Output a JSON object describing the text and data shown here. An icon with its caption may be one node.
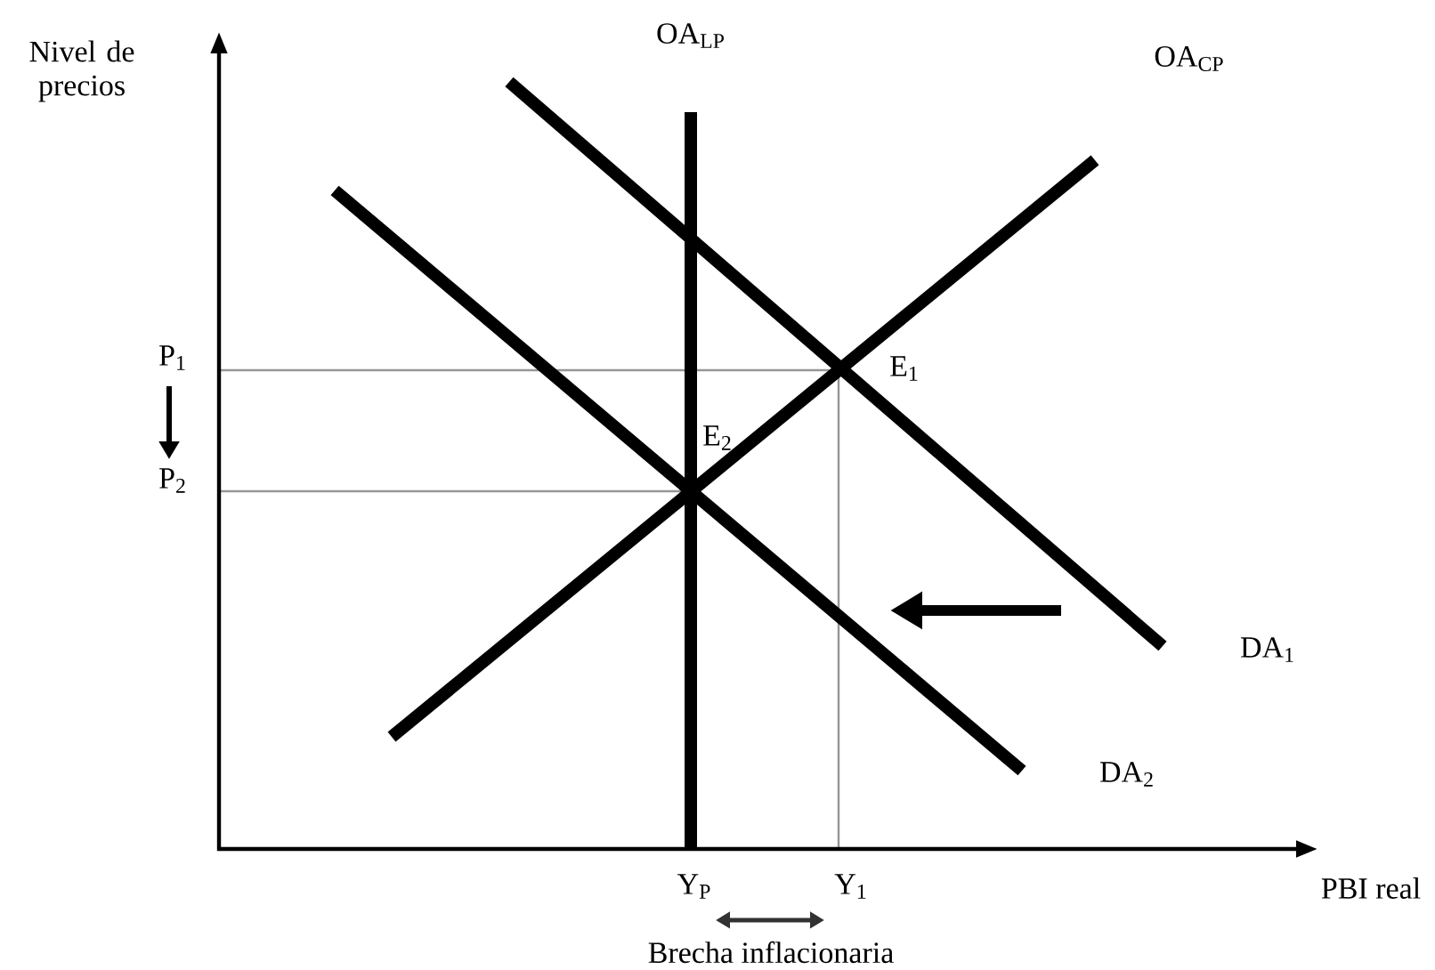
{
  "diagram": {
    "labels": [
      "Nivel de precios",
      "OA$_{LP}$",
      "OA$_{CP}$",
      "P$_{1}$",
      "E$_{1}$",
      "P$_{2}$",
      "E$_{2}$",
      "DA$_{1}$",
      "DA$_{2}$",
      "Y$_{P}$",
      "Y$_{1}$",
      "PBI real",
      "Brecha inflacionaria"
    ]
  }
}
